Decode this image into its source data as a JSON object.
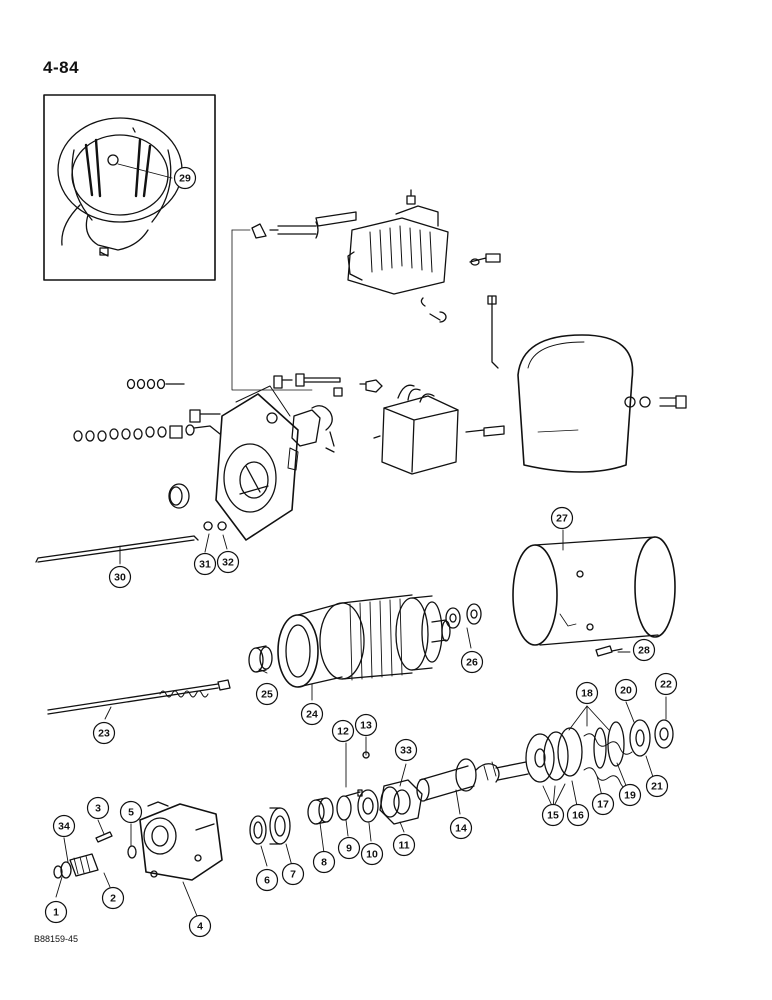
{
  "page_number": "4-84",
  "figure_code": "B88159-45",
  "callouts": [
    {
      "id": "1",
      "label": "1"
    },
    {
      "id": "2",
      "label": "2"
    },
    {
      "id": "3",
      "label": "3"
    },
    {
      "id": "4",
      "label": "4"
    },
    {
      "id": "5",
      "label": "5"
    },
    {
      "id": "6",
      "label": "6"
    },
    {
      "id": "7",
      "label": "7"
    },
    {
      "id": "8",
      "label": "8"
    },
    {
      "id": "9",
      "label": "9"
    },
    {
      "id": "10",
      "label": "10"
    },
    {
      "id": "11",
      "label": "11"
    },
    {
      "id": "12",
      "label": "12"
    },
    {
      "id": "13",
      "label": "13"
    },
    {
      "id": "14",
      "label": "14"
    },
    {
      "id": "15",
      "label": "15"
    },
    {
      "id": "16",
      "label": "16"
    },
    {
      "id": "17",
      "label": "17"
    },
    {
      "id": "18",
      "label": "18"
    },
    {
      "id": "19",
      "label": "19"
    },
    {
      "id": "20",
      "label": "20"
    },
    {
      "id": "21",
      "label": "21"
    },
    {
      "id": "22",
      "label": "22"
    },
    {
      "id": "23",
      "label": "23"
    },
    {
      "id": "24",
      "label": "24"
    },
    {
      "id": "25",
      "label": "25"
    },
    {
      "id": "26",
      "label": "26"
    },
    {
      "id": "27",
      "label": "27"
    },
    {
      "id": "28",
      "label": "28"
    },
    {
      "id": "29",
      "label": "29"
    },
    {
      "id": "30",
      "label": "30"
    },
    {
      "id": "31",
      "label": "31"
    },
    {
      "id": "32",
      "label": "32"
    },
    {
      "id": "33",
      "label": "33"
    },
    {
      "id": "34",
      "label": "34"
    }
  ]
}
